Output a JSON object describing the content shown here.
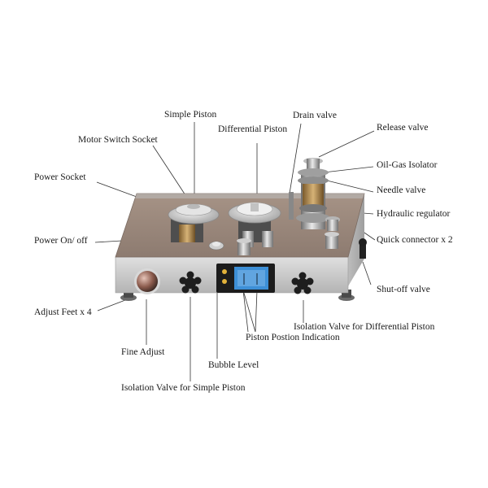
{
  "labels": {
    "simple_piston": "Simple Piston",
    "drain_valve": "Drain valve",
    "differential_piston": "Differential Piston",
    "release_valve": "Release valve",
    "motor_switch_socket": "Motor Switch Socket",
    "oil_gas_isolator": "Oil-Gas Isolator",
    "power_socket": "Power Socket",
    "needle_valve": "Needle valve",
    "hydraulic_regulator": "Hydraulic regulator",
    "power_on_off": "Power On/ off",
    "quick_connector": "Quick connector x 2",
    "shut_off_valve": "Shut-off valve",
    "adjust_feet": "Adjust Feet x 4",
    "isolation_valve_differential": "Isolation Valve for Differential Piston",
    "piston_position_indication": "Piston Postion Indication",
    "fine_adjust": "Fine Adjust",
    "bubble_level": "Bubble Level",
    "isolation_valve_simple": "Isolation Valve for Simple Piston"
  },
  "colors": {
    "top_plate": "#9c8a7e",
    "body": "#c9c9c9",
    "screen": "#3d8fd6",
    "leader": "#333333"
  }
}
